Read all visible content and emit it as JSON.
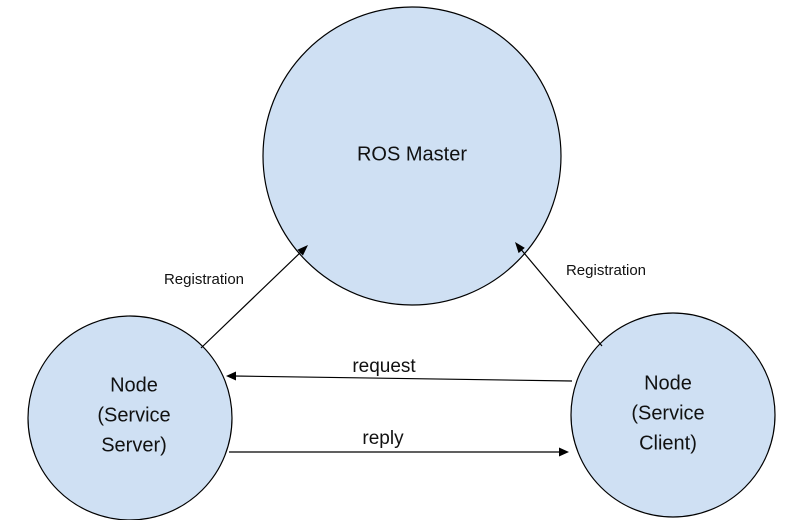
{
  "colors": {
    "node_fill": "#cfe0f3",
    "node_stroke": "#000000",
    "line": "#000000",
    "text": "#111111"
  },
  "nodes": {
    "master": {
      "label": "ROS Master"
    },
    "server": {
      "label_lines": [
        "Node",
        "(Service",
        "Server)"
      ]
    },
    "client": {
      "label_lines": [
        "Node",
        "(Service",
        "Client)"
      ]
    }
  },
  "edges": {
    "server_registration": {
      "label": "Registration"
    },
    "client_registration": {
      "label": "Registration"
    },
    "request": {
      "label": "request"
    },
    "reply": {
      "label": "reply"
    }
  }
}
